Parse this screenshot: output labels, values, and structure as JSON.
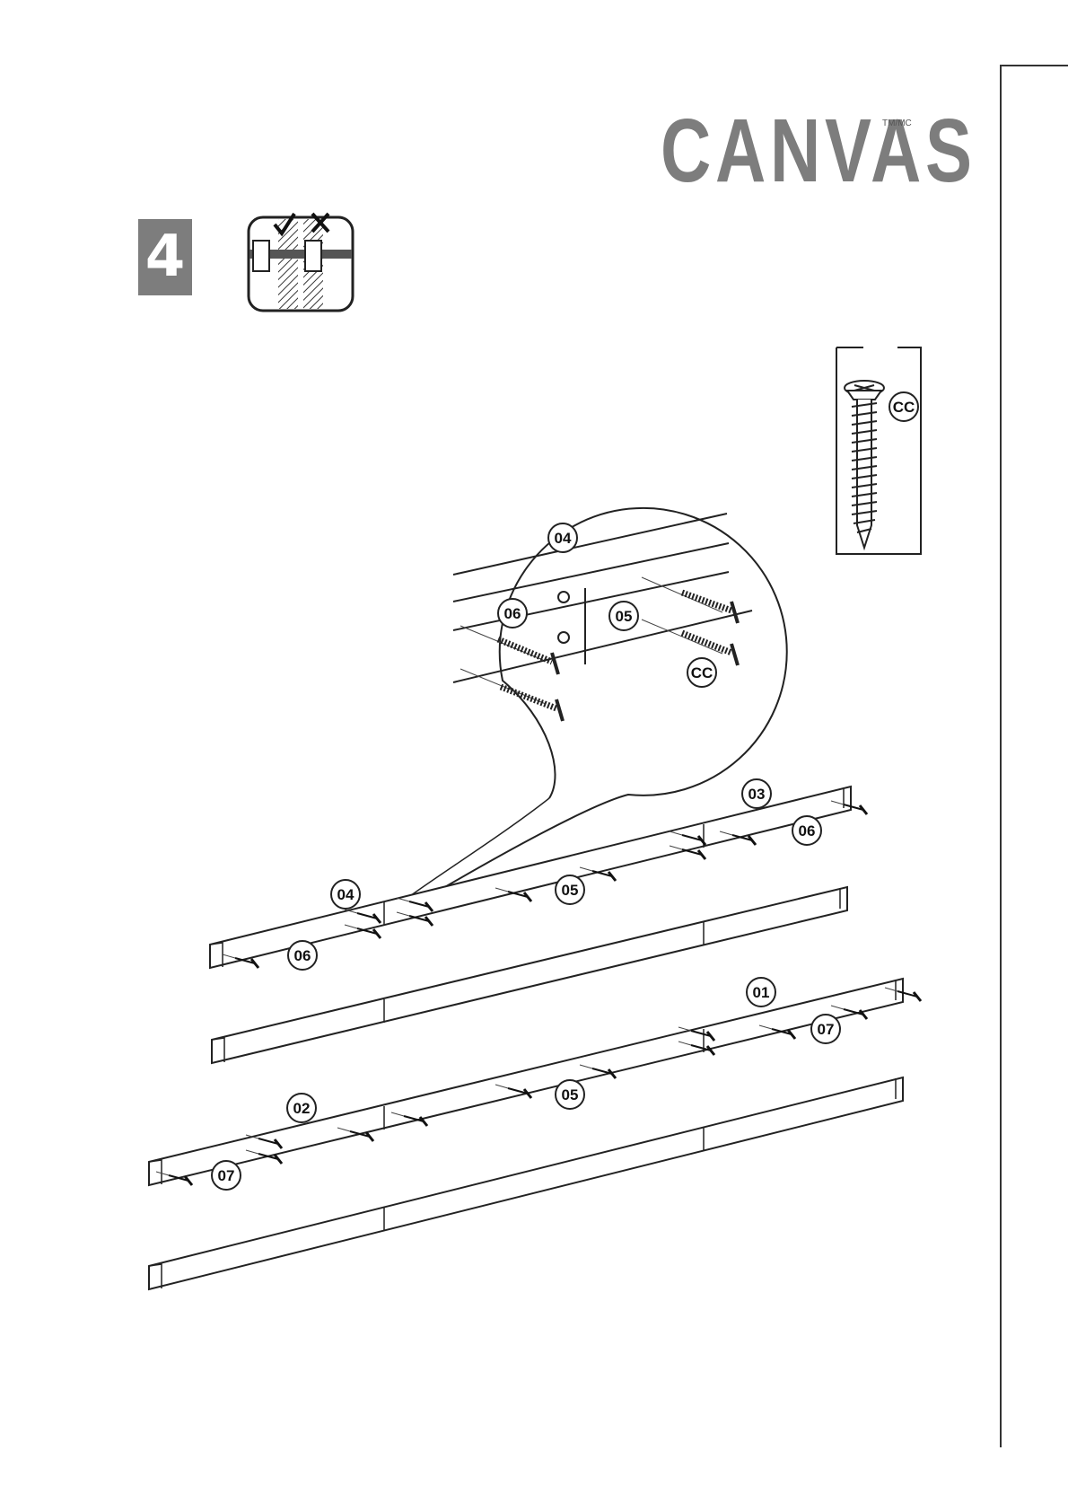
{
  "brand": {
    "name": "CANVAS",
    "trademark": "TM/MC"
  },
  "step": {
    "number": "4"
  },
  "icons": {
    "orientation_guide": "bolt-orientation-correct-incorrect-icon",
    "screw": "screw-icon"
  },
  "hardware": {
    "screw_label": "CC"
  },
  "parts": {
    "p01": "01",
    "p02": "02",
    "p03": "03",
    "p04": "04",
    "p05": "05",
    "p06": "06",
    "p07": "07",
    "cc": "CC"
  }
}
